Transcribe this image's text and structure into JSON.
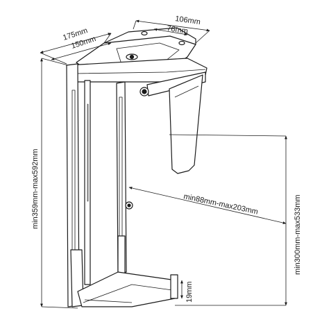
{
  "figure": {
    "title": "",
    "subject": "Under-desk CPU holder line drawing with dimensions"
  },
  "dimensions": {
    "top_outer_width": "106mm",
    "top_inner_width": "76mm",
    "depth_outer": "175mm",
    "depth_inner": "150mm",
    "height_range": "min359mm-max592mm",
    "cpu_width_range": "min88mm-max203mm",
    "cpu_height_range": "min300mm-max533mm",
    "foot_lip_height": "19mm"
  },
  "colors": {
    "line": "#1a1a1a",
    "background": "#ffffff"
  }
}
